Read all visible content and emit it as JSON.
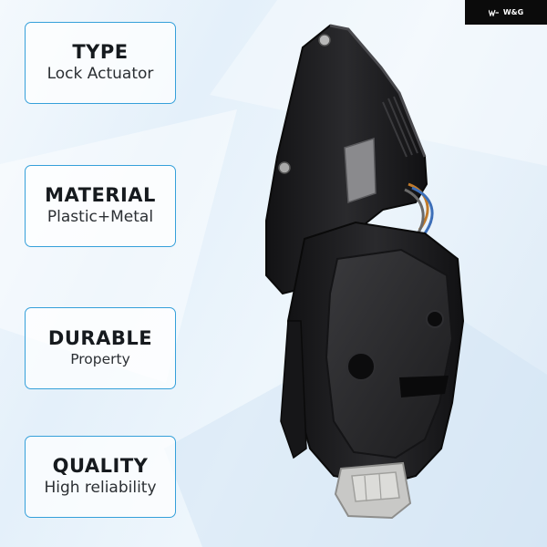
{
  "brand": {
    "logo_text": "W&G",
    "colors": {
      "badge_bg": "#0b0b0b",
      "card_border": "#35a0da",
      "product_body": "#1d1d1f"
    }
  },
  "features": [
    {
      "title": "TYPE",
      "subtitle": "Lock Actuator"
    },
    {
      "title": "MATERIAL",
      "subtitle": "Plastic+Metal"
    },
    {
      "title": "DURABLE",
      "subtitle": "Property"
    },
    {
      "title": "QUALITY",
      "subtitle": "High reliability"
    }
  ],
  "product": {
    "icon": "door-lock-actuator-image"
  }
}
